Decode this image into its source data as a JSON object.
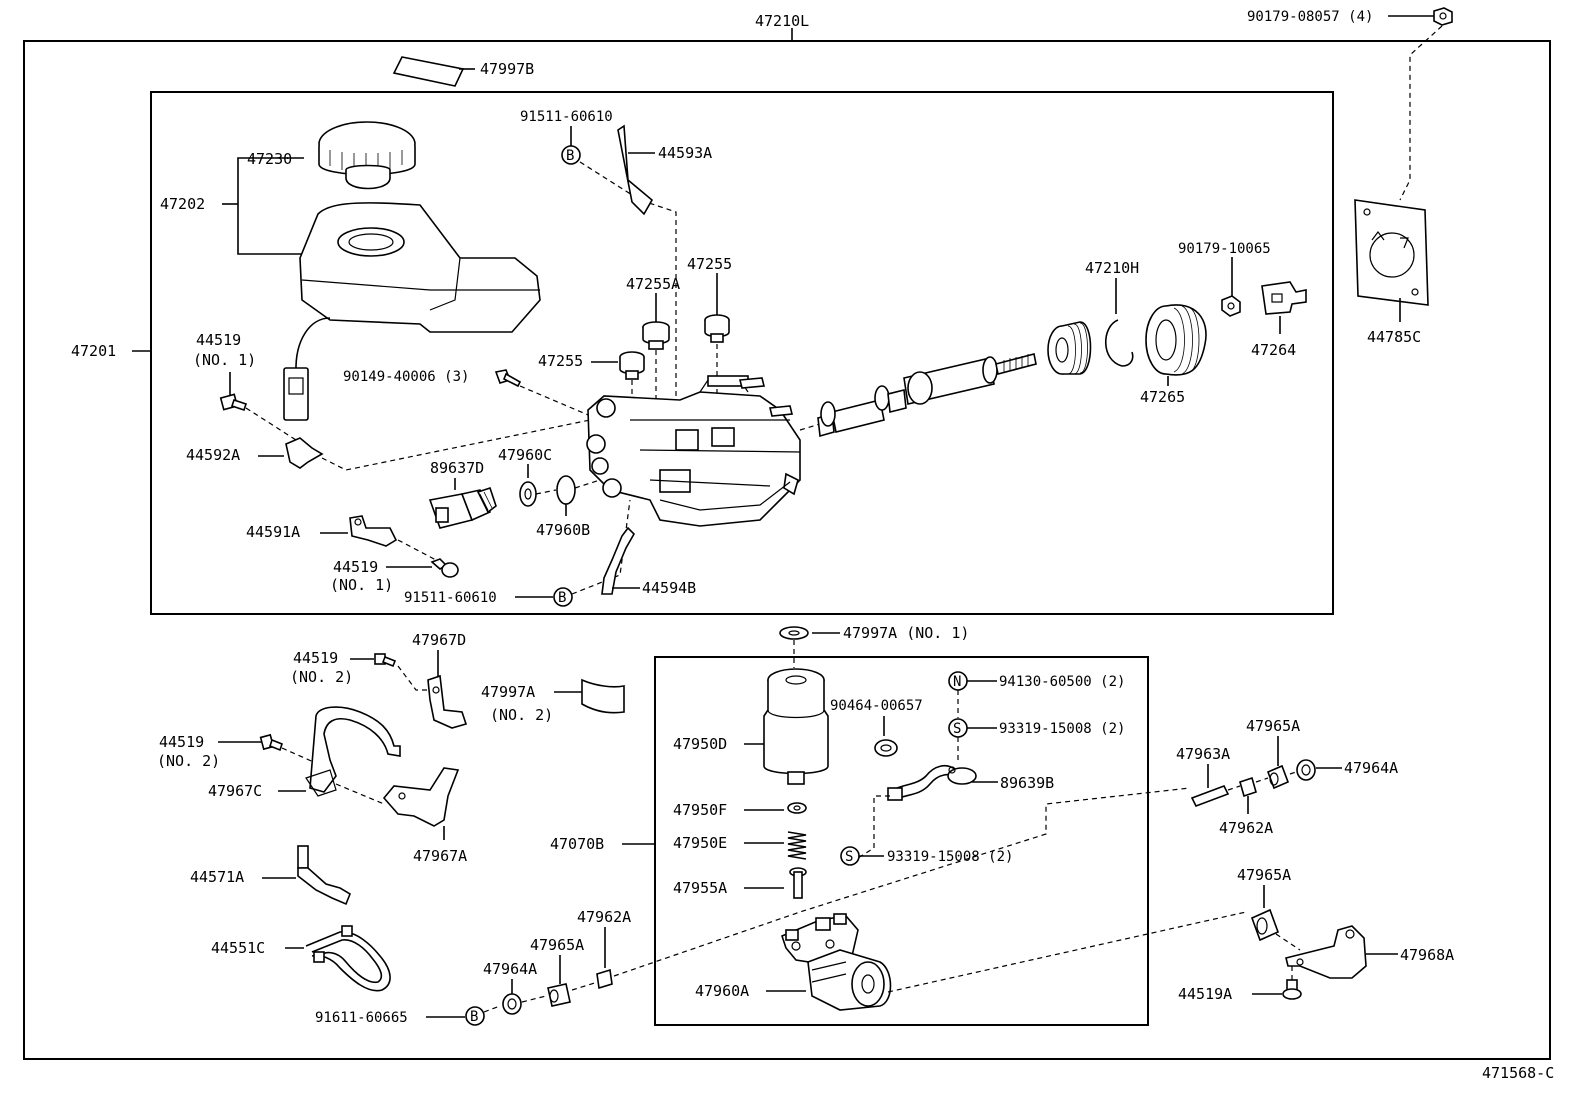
{
  "diagram": {
    "assembly_label": "47210L",
    "figure_code": "471568-C",
    "circle_marks": {
      "b": "B",
      "n": "N",
      "s": "S"
    },
    "labels": {
      "l_90179_08057": "90179-08057 (4)",
      "l_47997B": "47997B",
      "l_91511_60610_top": "91511-60610",
      "l_44593A": "44593A",
      "l_47230": "47230",
      "l_47202": "47202",
      "l_47201": "47201",
      "l_44519_a": "44519",
      "l_no1_a": "(NO. 1)",
      "l_90149_40006": "90149-40006 (3)",
      "l_44592A": "44592A",
      "l_47255A": "47255A",
      "l_47255_top": "47255",
      "l_47255_mid": "47255",
      "l_47960C": "47960C",
      "l_47960B": "47960B",
      "l_89637D": "89637D",
      "l_44591A": "44591A",
      "l_44519_b": "44519",
      "l_no1_b": "(NO. 1)",
      "l_91511_60610_bot": "91511-60610",
      "l_44594B": "44594B",
      "l_47210H": "47210H",
      "l_90179_10065": "90179-10065",
      "l_47264": "47264",
      "l_47265": "47265",
      "l_44785C": "44785C",
      "l_47997A_no1": "47997A (NO. 1)",
      "l_44519_c": "44519",
      "l_no2_c": "(NO. 2)",
      "l_47967D": "47967D",
      "l_47997A": "47997A",
      "l_no2_47997A": "(NO. 2)",
      "l_44519_d": "44519",
      "l_no2_d": "(NO. 2)",
      "l_47967C": "47967C",
      "l_47967A": "47967A",
      "l_44571A": "44571A",
      "l_44551C": "44551C",
      "l_91611_60665": "91611-60665",
      "l_47964A_left": "47964A",
      "l_47965A_left": "47965A",
      "l_47962A_left": "47962A",
      "l_94130_60500": "94130-60500 (2)",
      "l_90464_00657": "90464-00657",
      "l_93319_15008_top": "93319-15008 (2)",
      "l_47950D": "47950D",
      "l_89639B": "89639B",
      "l_47950F": "47950F",
      "l_47950E": "47950E",
      "l_47070B": "47070B",
      "l_93319_15008_bot": "93319-15008 (2)",
      "l_47955A": "47955A",
      "l_47960A": "47960A",
      "l_47963A": "47963A",
      "l_47965A_right_top": "47965A",
      "l_47964A_right": "47964A",
      "l_47962A_right": "47962A",
      "l_47965A_right_bot": "47965A",
      "l_47968A": "47968A",
      "l_44519A": "44519A"
    }
  }
}
